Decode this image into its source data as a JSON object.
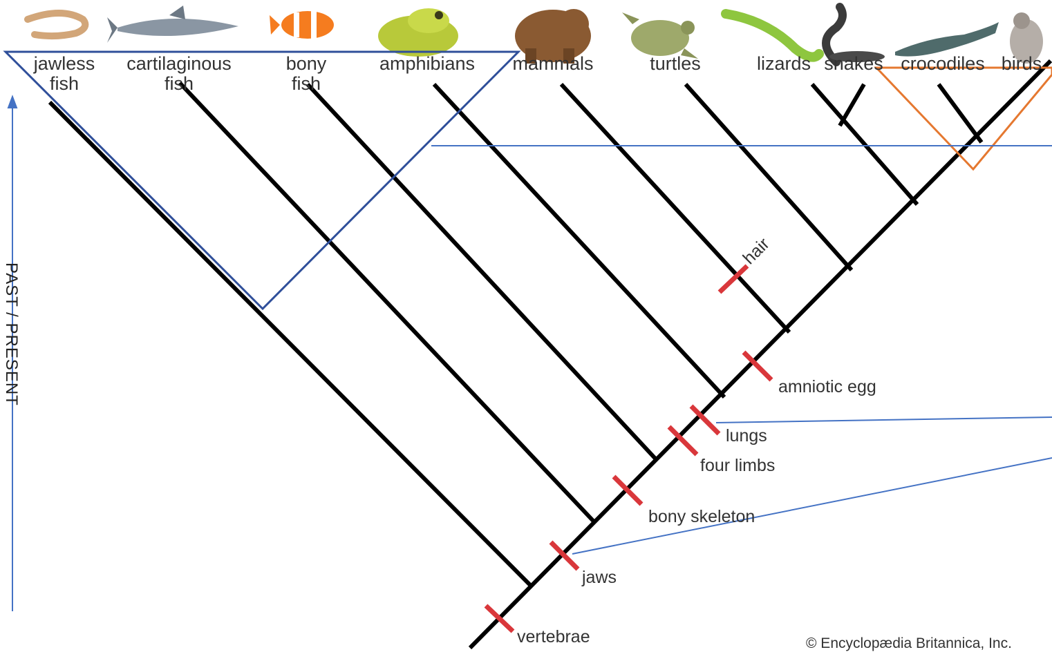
{
  "colors": {
    "branch": "#000000",
    "trait_mark": "#d9373b",
    "fish_grouping": "#2f4f9a",
    "archosaur_grouping": "#e57830",
    "annotation_line": "#4472c4",
    "text": "#333333"
  },
  "icons": [
    "lamprey-icon",
    "shark-icon",
    "clownfish-icon",
    "frog-icon",
    "bear-icon",
    "sea-turtle-icon",
    "lizard-icon",
    "cobra-icon",
    "crocodile-icon",
    "pigeon-icon"
  ],
  "taxa": [
    {
      "line1": "jawless",
      "line2": "fish"
    },
    {
      "line1": "cartilaginous",
      "line2": "fish"
    },
    {
      "line1": "bony",
      "line2": "fish"
    },
    {
      "line1": "",
      "line2": "amphibians"
    },
    {
      "line1": "",
      "line2": "mammals"
    },
    {
      "line1": "",
      "line2": "turtles"
    },
    {
      "line1": "",
      "line2": "lizards"
    },
    {
      "line1": "",
      "line2": "snakes"
    },
    {
      "line1": "",
      "line2": "crocodiles"
    },
    {
      "line1": "",
      "line2": "birds"
    }
  ],
  "traits": [
    "vertebrae",
    "jaws",
    "bony skeleton",
    "four limbs",
    "lungs",
    "amniotic egg",
    "hair"
  ],
  "vertical_axis_label": "PAST / PRESENT",
  "copyright": "© Encyclopædia Britannica, Inc."
}
